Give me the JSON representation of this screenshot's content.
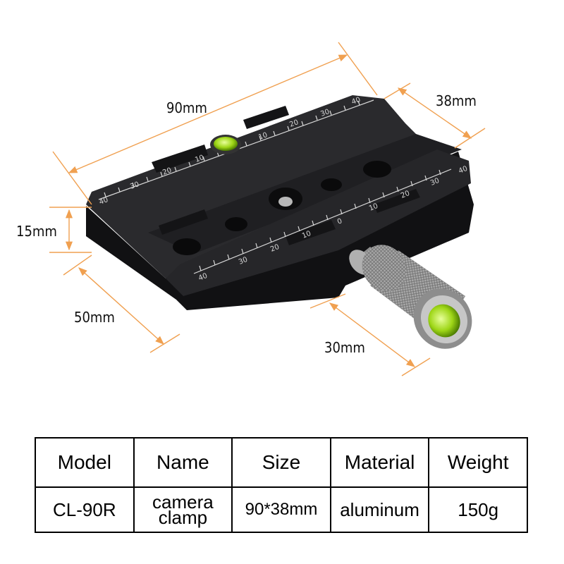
{
  "colors": {
    "dimension_line": "#f0a050",
    "body": "#1c1c1e",
    "scale_marks": "#d8d8d8",
    "bubble": "#9ed617",
    "knob": "#a9a9a9"
  },
  "dimensions": {
    "length": "90mm",
    "width": "38mm",
    "height": "15mm",
    "depth": "50mm",
    "knob": "30mm"
  },
  "scales": {
    "top": [
      "40",
      "30",
      "20",
      "10",
      "10",
      "20",
      "30",
      "40"
    ],
    "front": [
      "40",
      "30",
      "20",
      "10",
      "0",
      "10",
      "20",
      "30",
      "40"
    ]
  },
  "spec_table": {
    "headers": [
      "Model",
      "Name",
      "Size",
      "Material",
      "Weight"
    ],
    "values": [
      "CL-90R",
      "camera clamp",
      "90*38mm",
      "aluminum",
      "150g"
    ]
  }
}
